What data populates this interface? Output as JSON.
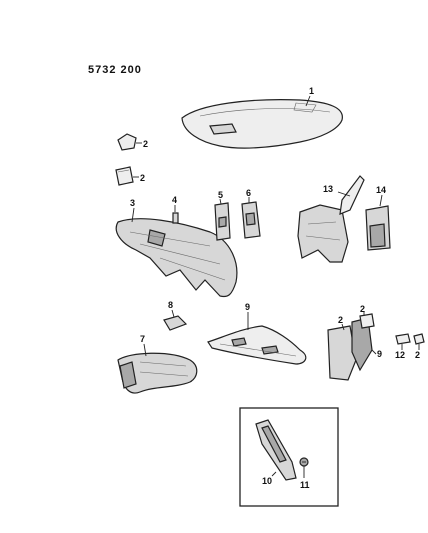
{
  "diagram_code": "5732  200",
  "callouts": {
    "c1": "1",
    "c2a": "2",
    "c2b": "2",
    "c3": "3",
    "c4": "4",
    "c5": "5",
    "c6": "6",
    "c7": "7",
    "c8": "8",
    "c9a": "9",
    "c9b": "9",
    "c2c": "2",
    "c2d": "2",
    "c12": "12",
    "c2e": "2",
    "c13": "13",
    "c14": "14",
    "c10": "10",
    "c11": "11"
  }
}
